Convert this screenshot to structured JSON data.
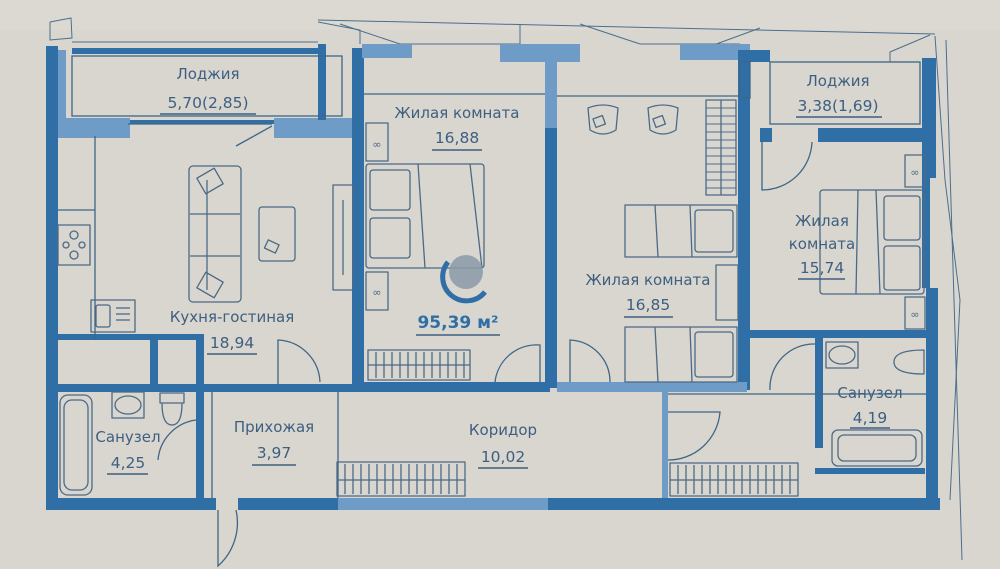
{
  "plan": {
    "total_area": "95,39 м²",
    "colors": {
      "wall": "#2f6fa6",
      "wall_light": "#6f9cc6",
      "text": "#3d5f80",
      "paper": "#d9d6cf"
    },
    "rooms": [
      {
        "id": "loggia-left",
        "name": "Лоджия",
        "area": "5,70(2,85)"
      },
      {
        "id": "living-room-1",
        "name": "Жилая комната",
        "area": "16,88"
      },
      {
        "id": "loggia-right",
        "name": "Лоджия",
        "area": "3,38(1,69)"
      },
      {
        "id": "kitchen-living",
        "name": "Кухня-гостиная",
        "area": "18,94"
      },
      {
        "id": "living-room-2",
        "name": "Жилая комната",
        "area": "16,85"
      },
      {
        "id": "living-room-3",
        "name_line1": "Жилая",
        "name_line2": "комната",
        "area": "15,74"
      },
      {
        "id": "bathroom-left",
        "name": "Санузел",
        "area": "4,25"
      },
      {
        "id": "hallway",
        "name": "Прихожая",
        "area": "3,97"
      },
      {
        "id": "corridor",
        "name": "Коридор",
        "area": "10,02"
      },
      {
        "id": "bathroom-right",
        "name": "Санузел",
        "area": "4,19"
      }
    ]
  }
}
